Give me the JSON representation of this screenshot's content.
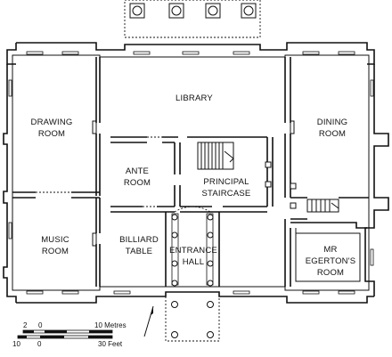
{
  "rooms": {
    "library": "LIBRARY",
    "drawing_line1": "DRAWING",
    "drawing_line2": "ROOM",
    "dining_line1": "DINING",
    "dining_line2": "ROOM",
    "ante_line1": "ANTE",
    "ante_line2": "ROOM",
    "staircase_line1": "PRINCIPAL",
    "staircase_line2": "STAIRCASE",
    "music_line1": "MUSIC",
    "music_line2": "ROOM",
    "billiard_line1": "BILLIARD",
    "billiard_line2": "TABLE",
    "entrance_line1": "ENTRANCE",
    "entrance_line2": "HALL",
    "egerton_line1": "MR",
    "egerton_line2": "EGERTON'S",
    "egerton_line3": "ROOM"
  },
  "scale": {
    "metres_left": "2",
    "metres_zero": "0",
    "metres_right": "10 Metres",
    "feet_left": "10",
    "feet_zero": "0",
    "feet_right": "30 Feet"
  }
}
